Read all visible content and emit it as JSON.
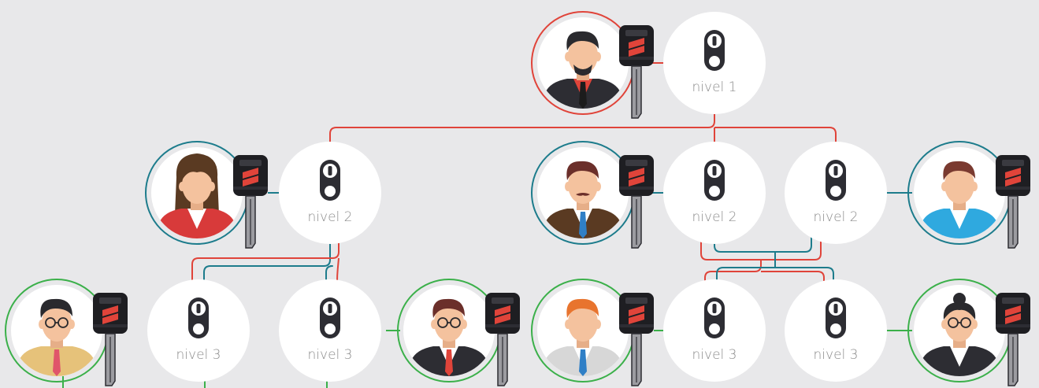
{
  "levels": {
    "level1": "nivel 1",
    "level2": "nivel 2",
    "level3": "nivel 3"
  },
  "colors": {
    "background": "#e8e8ea",
    "level1_ring": "#e0443a",
    "level2_ring": "#1d7c8c",
    "level3_ring": "#3bb04a",
    "red_line": "#e0443a",
    "teal_line": "#1d7c8c",
    "green_line": "#3bb04a",
    "node_fill": "#ffffff",
    "label_text": "#8c8c8c"
  },
  "icons": {
    "person": "person-avatar-icon",
    "key": "key-icon",
    "cylinder": "lock-cylinder-icon"
  },
  "diagram": {
    "type": "master-key hierarchy",
    "locks": [
      {
        "id": "L1",
        "level": "level1"
      },
      {
        "id": "L2a",
        "level": "level2"
      },
      {
        "id": "L2b",
        "level": "level2"
      },
      {
        "id": "L2c",
        "level": "level2"
      },
      {
        "id": "L3a",
        "level": "level3"
      },
      {
        "id": "L3b",
        "level": "level3"
      },
      {
        "id": "L3c",
        "level": "level3"
      },
      {
        "id": "L3d",
        "level": "level3"
      }
    ],
    "people": [
      {
        "id": "P1",
        "level": "level1",
        "opens": [
          "L1"
        ]
      },
      {
        "id": "P2a",
        "level": "level2",
        "opens": [
          "L2a"
        ]
      },
      {
        "id": "P2b",
        "level": "level2",
        "opens": [
          "L2b"
        ]
      },
      {
        "id": "P2c",
        "level": "level2",
        "opens": [
          "L2c"
        ]
      },
      {
        "id": "P3a",
        "level": "level3",
        "opens": [
          "L3a"
        ]
      },
      {
        "id": "P3b",
        "level": "level3",
        "opens": [
          "L3b"
        ]
      },
      {
        "id": "P3c",
        "level": "level3",
        "opens": [
          "L3c"
        ]
      },
      {
        "id": "P3d",
        "level": "level3",
        "opens": [
          "L3d"
        ]
      }
    ]
  }
}
